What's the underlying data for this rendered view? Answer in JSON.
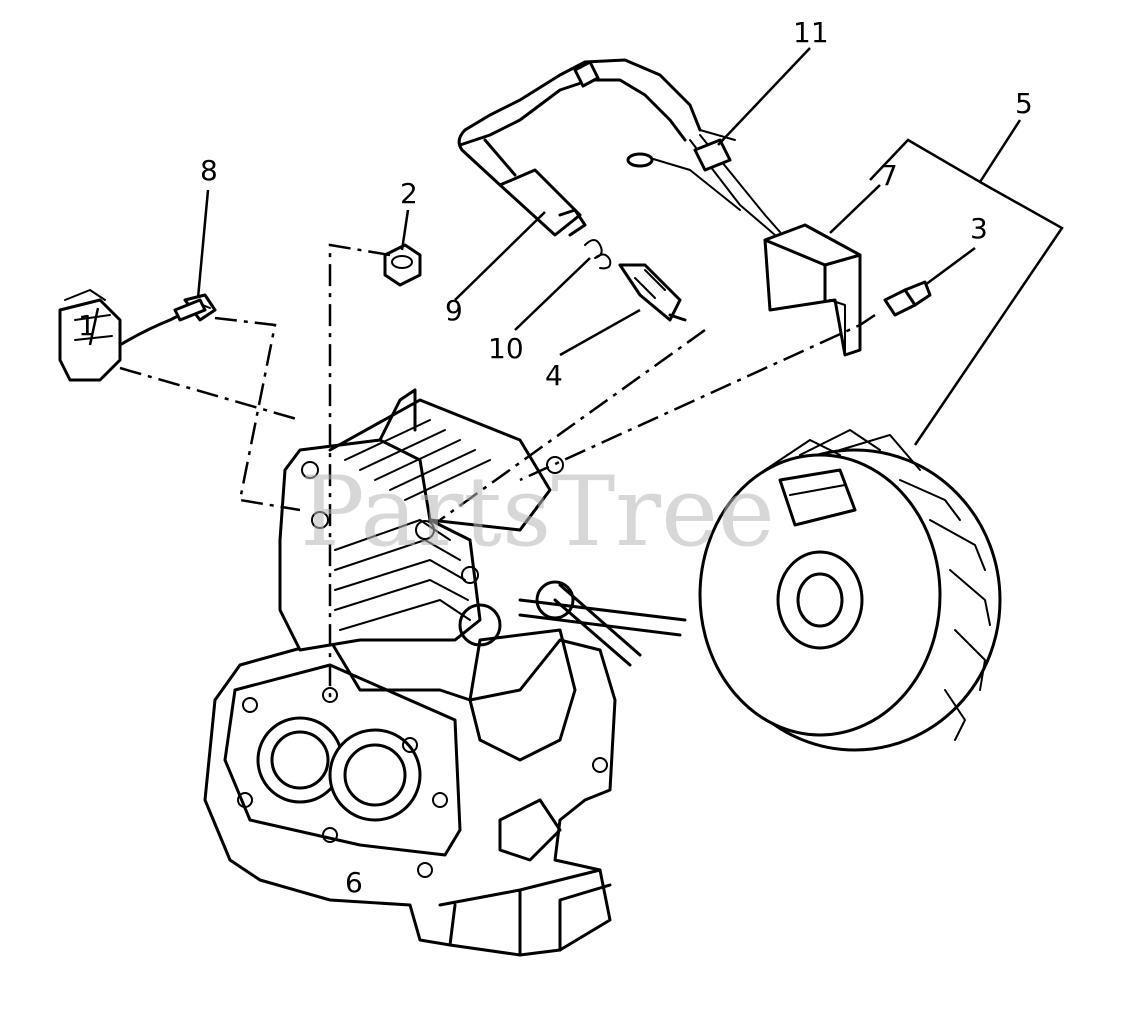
{
  "callouts": {
    "c1": "1",
    "c2": "2",
    "c3": "3",
    "c4": "4",
    "c5": "5",
    "c7": "7",
    "c8": "8",
    "c9": "9",
    "c10": "10",
    "c11": "11"
  },
  "watermark": "PartsTree"
}
